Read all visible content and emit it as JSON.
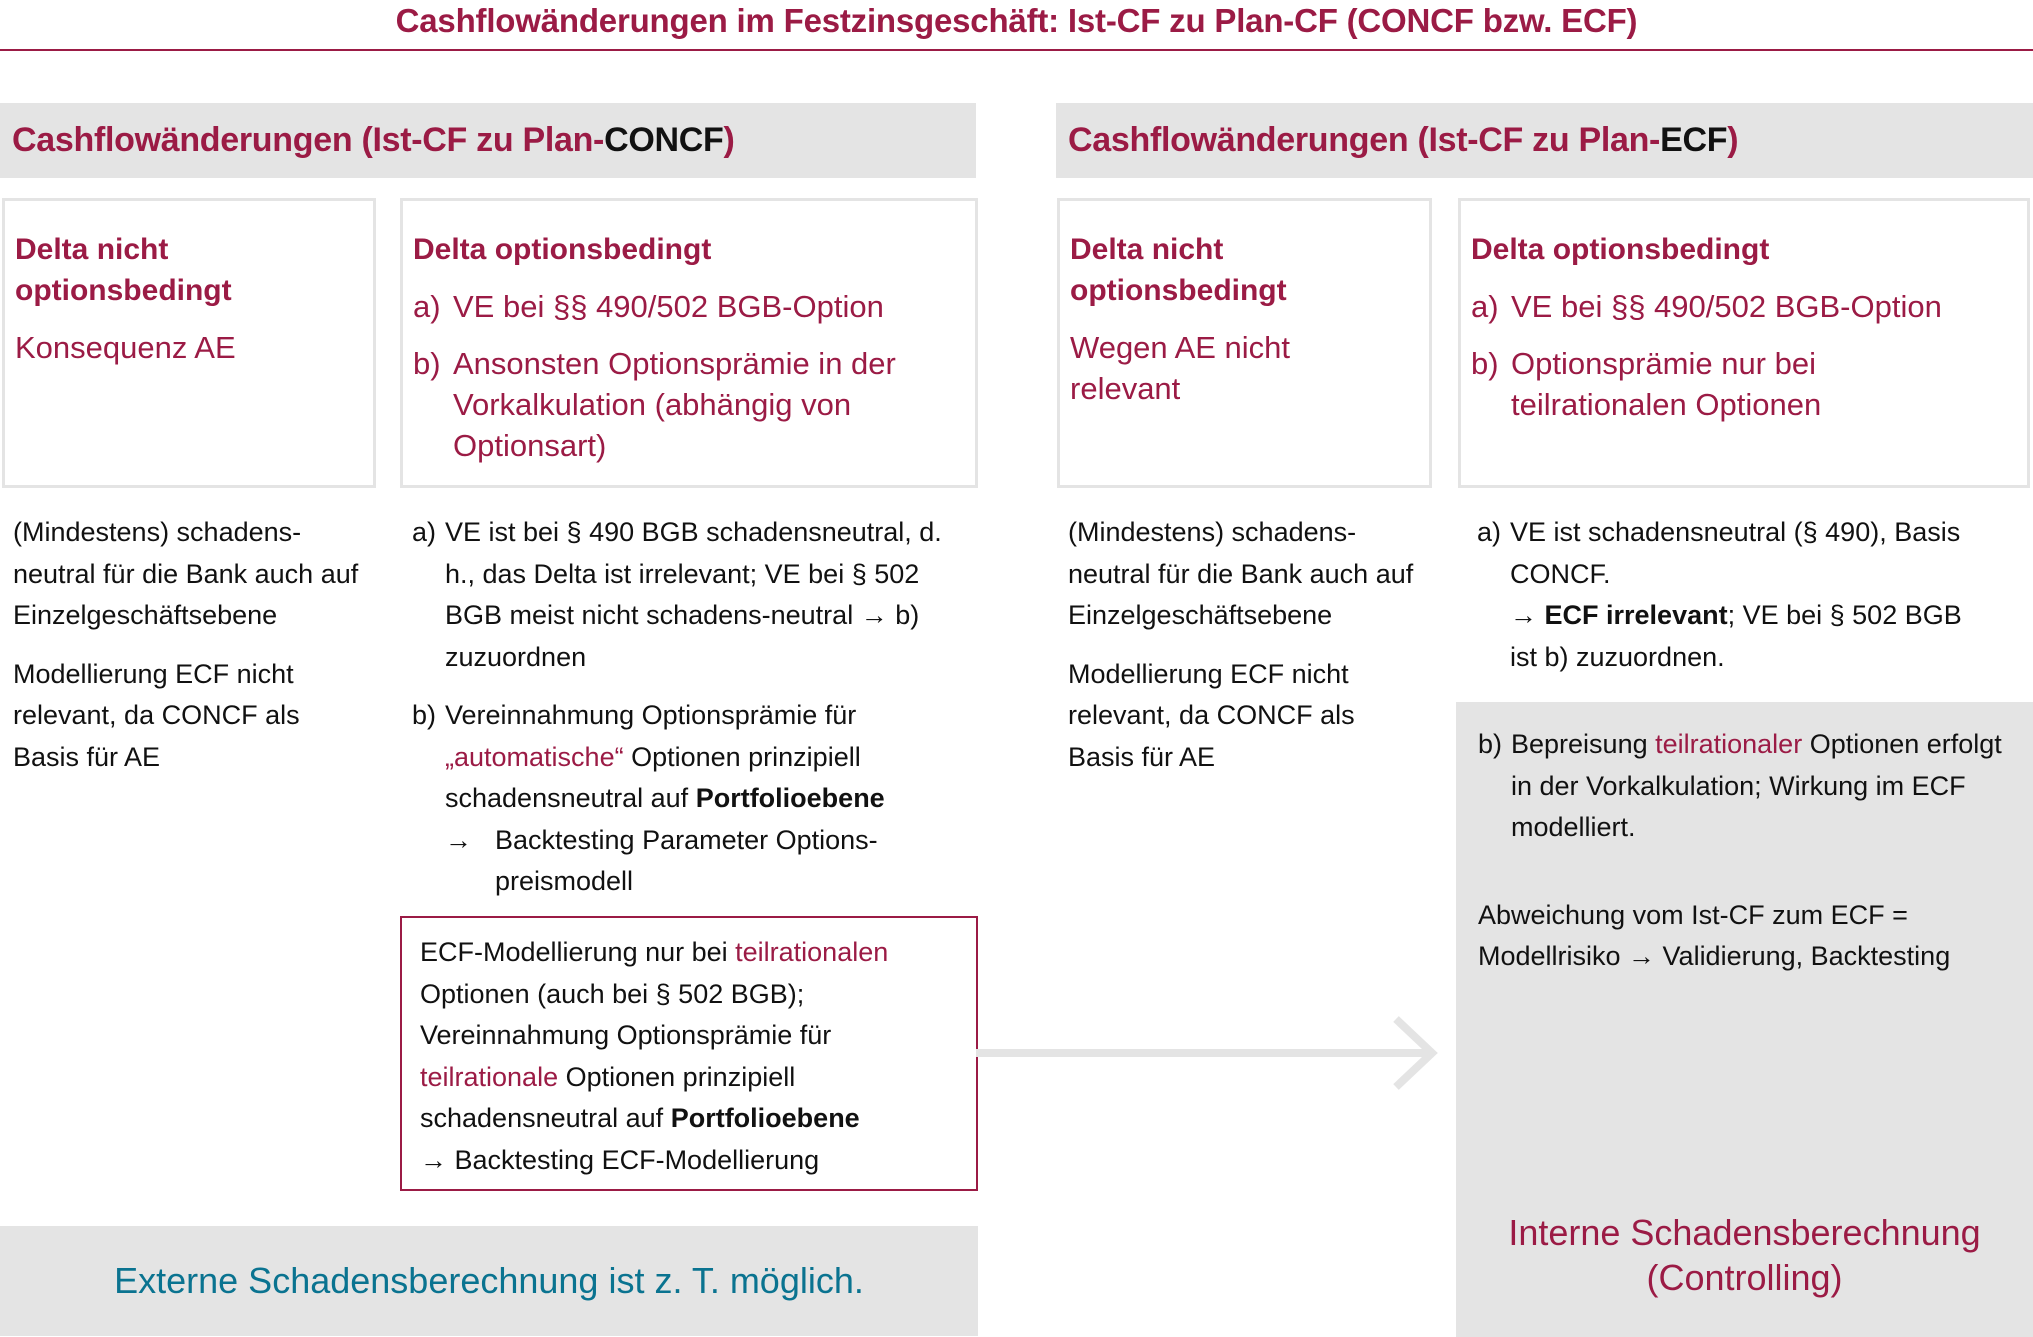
{
  "title": "Cashflowänderungen im Festzinsgeschäft: Ist-CF zu Plan-CF (CONCF bzw. ECF)",
  "colors": {
    "accent": "#9B1B45",
    "teal": "#0A7390",
    "panel_gray": "#E4E4E4",
    "text": "#111111"
  },
  "left": {
    "band": {
      "prefix": "Cashflowänderungen (Ist-CF zu Plan-",
      "highlight": "CONCF",
      "suffix": ")"
    },
    "col1": {
      "heading": "Delta nicht optionsbedingt",
      "sub": "Konsequenz AE",
      "body": [
        "(Mindestens) schadens-neutral für die Bank auch auf Einzelgeschäftsebene",
        "Modellierung ECF nicht relevant, da CONCF als Basis für AE"
      ]
    },
    "col2": {
      "heading": "Delta optionsbedingt",
      "items": [
        {
          "label": "a)",
          "text": "VE bei §§ 490/502 BGB-Option"
        },
        {
          "label": "b)",
          "text": "Ansonsten Optionsprämie in der Vorkalkulation (abhängig von Optionsart)"
        }
      ],
      "body": {
        "a": {
          "label": "a)",
          "text": "VE ist bei § 490 BGB schadensneutral, d. h., das Delta ist irrelevant; VE bei § 502 BGB meist nicht schadens-neutral → b) zuzuordnen"
        },
        "b": {
          "label": "b)",
          "pre": "Vereinnahmung Optionsprämie für ",
          "highlight": "„automatische“",
          "mid": " Optionen prinzipiell schadensneutral auf ",
          "bold": "Portfolioebene",
          "arrow": "→",
          "sub": "Backtesting Parameter Options-preismodell"
        }
      }
    },
    "redbox": {
      "t1": "ECF-Modellierung nur bei ",
      "h1": "teilrationalen",
      "t2": " Optionen (auch bei § 502 BGB); Vereinnahmung Optionsprämie für ",
      "h2": "teilrationale",
      "t3": " Optionen prinzipiell schadensneutral auf ",
      "bold": "Portfolioebene",
      "t4": "→ Backtesting ECF-Modellierung"
    },
    "footer": "Externe Schadensberechnung ist z. T. möglich."
  },
  "right": {
    "band": {
      "prefix": "Cashflowänderungen (Ist-CF zu Plan-",
      "highlight": "ECF",
      "suffix": ")"
    },
    "col3": {
      "heading": "Delta nicht optionsbedingt",
      "sub": "Wegen AE nicht relevant",
      "body": [
        "(Mindestens) schadens-neutral für die Bank auch auf Einzelgeschäftsebene",
        "Modellierung ECF nicht relevant, da CONCF als Basis für AE"
      ]
    },
    "col4": {
      "heading": "Delta optionsbedingt",
      "items": [
        {
          "label": "a)",
          "text": "VE bei §§ 490/502 BGB-Option"
        },
        {
          "label": "b)",
          "text": "Optionsprämie nur bei teilrationalen Optionen"
        }
      ],
      "body_a": {
        "label": "a)",
        "line1": "VE ist schadensneutral (§ 490), Basis CONCF.",
        "arrow": "→ ",
        "bold": "ECF irrelevant",
        "rest": "; VE bei § 502 BGB ist b) zuzuordnen."
      }
    },
    "gray": {
      "b": {
        "label": "b)",
        "pre": "Bepreisung ",
        "highlight": "teilrationaler",
        "post": " Optionen erfolgt in der Vorkalkulation; Wirkung im ECF modelliert."
      },
      "deviation": "Abweichung vom Ist-CF zum ECF = Modellrisiko → Validierung, Backtesting",
      "footer_line1": "Interne Schadensberechnung",
      "footer_line2": "(Controlling)"
    }
  },
  "connector": {
    "icon": "arrow-right-icon"
  }
}
